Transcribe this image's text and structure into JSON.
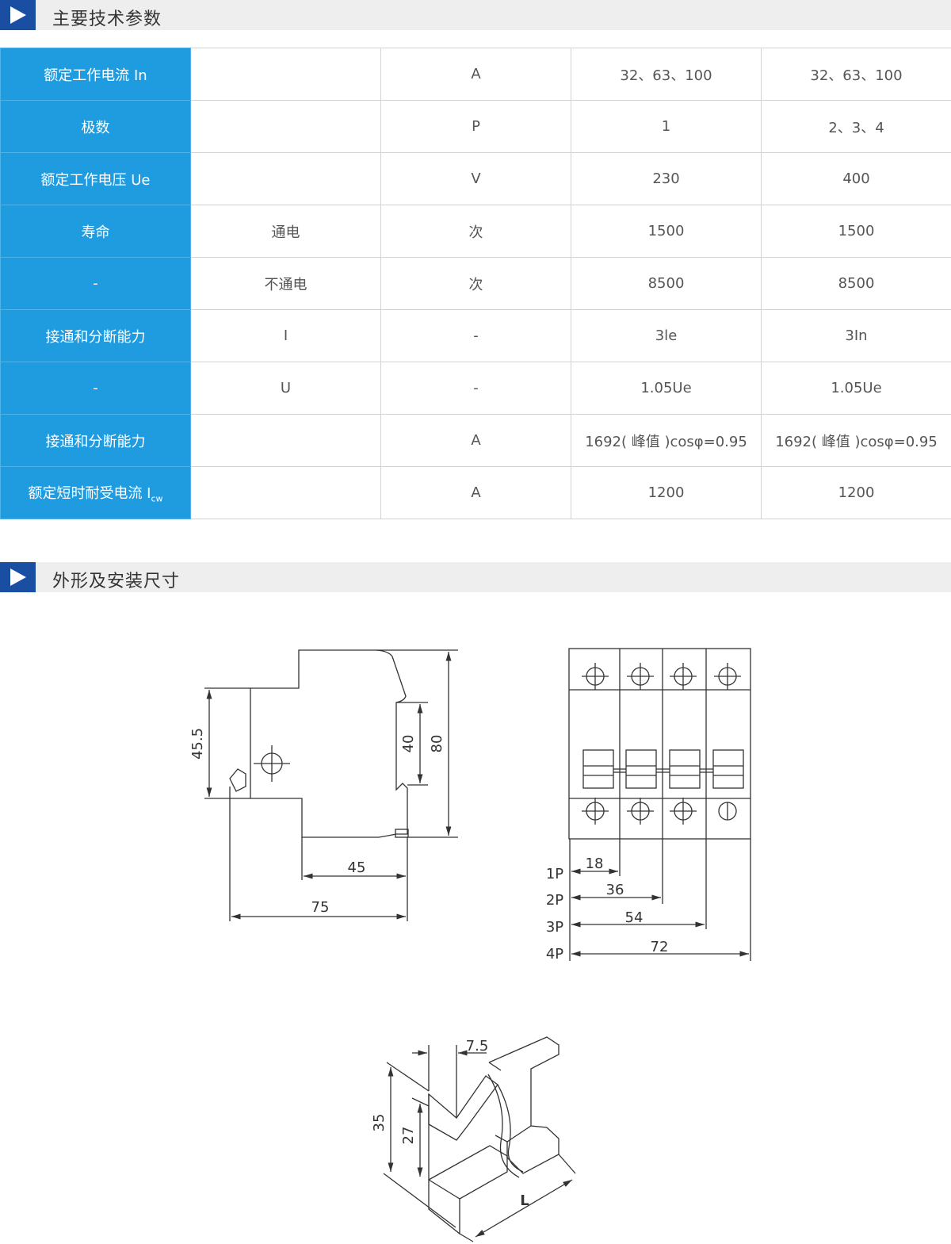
{
  "section1": {
    "title": "主要技术参数"
  },
  "section2": {
    "title": "外形及安装尺寸"
  },
  "table": {
    "rows": [
      {
        "name": "额定工作电流 In",
        "sub": "",
        "unit": "A",
        "v1": "32、63、100",
        "v2": "32、63、100"
      },
      {
        "name": "极数",
        "sub": "",
        "unit": "P",
        "v1": "1",
        "v2": "2、3、4"
      },
      {
        "name": "额定工作电压 Ue",
        "sub": "",
        "unit": "V",
        "v1": "230",
        "v2": "400"
      },
      {
        "name": "寿命",
        "sub": "通电",
        "unit": "次",
        "v1": "1500",
        "v2": "1500"
      },
      {
        "name": "-",
        "sub": "不通电",
        "unit": "次",
        "v1": "8500",
        "v2": "8500"
      },
      {
        "name": "接通和分断能力",
        "sub": "I",
        "unit": "-",
        "v1": "3le",
        "v2": "3In"
      },
      {
        "name": "-",
        "sub": "U",
        "unit": "-",
        "v1": "1.05Ue",
        "v2": "1.05Ue"
      },
      {
        "name": "接通和分断能力",
        "sub": "",
        "unit": "A",
        "v1": "1692( 峰值 )cosφ=0.95",
        "v2": "1692( 峰值 )cosφ=0.95"
      },
      {
        "name": "额定短时耐受电流 I",
        "name_sub": "cw",
        "sub": "",
        "unit": "A",
        "v1": "1200",
        "v2": "1200"
      }
    ]
  },
  "side_view": {
    "d1": "45.5",
    "d2": "40",
    "d3": "80",
    "d4": "45",
    "d5": "75"
  },
  "front_view": {
    "poles": [
      "1P",
      "2P",
      "3P",
      "4P"
    ],
    "widths": [
      "18",
      "36",
      "54",
      "72"
    ]
  },
  "rail_view": {
    "d1": "7.5",
    "d2": "35",
    "d3": "27",
    "d4": "L"
  }
}
